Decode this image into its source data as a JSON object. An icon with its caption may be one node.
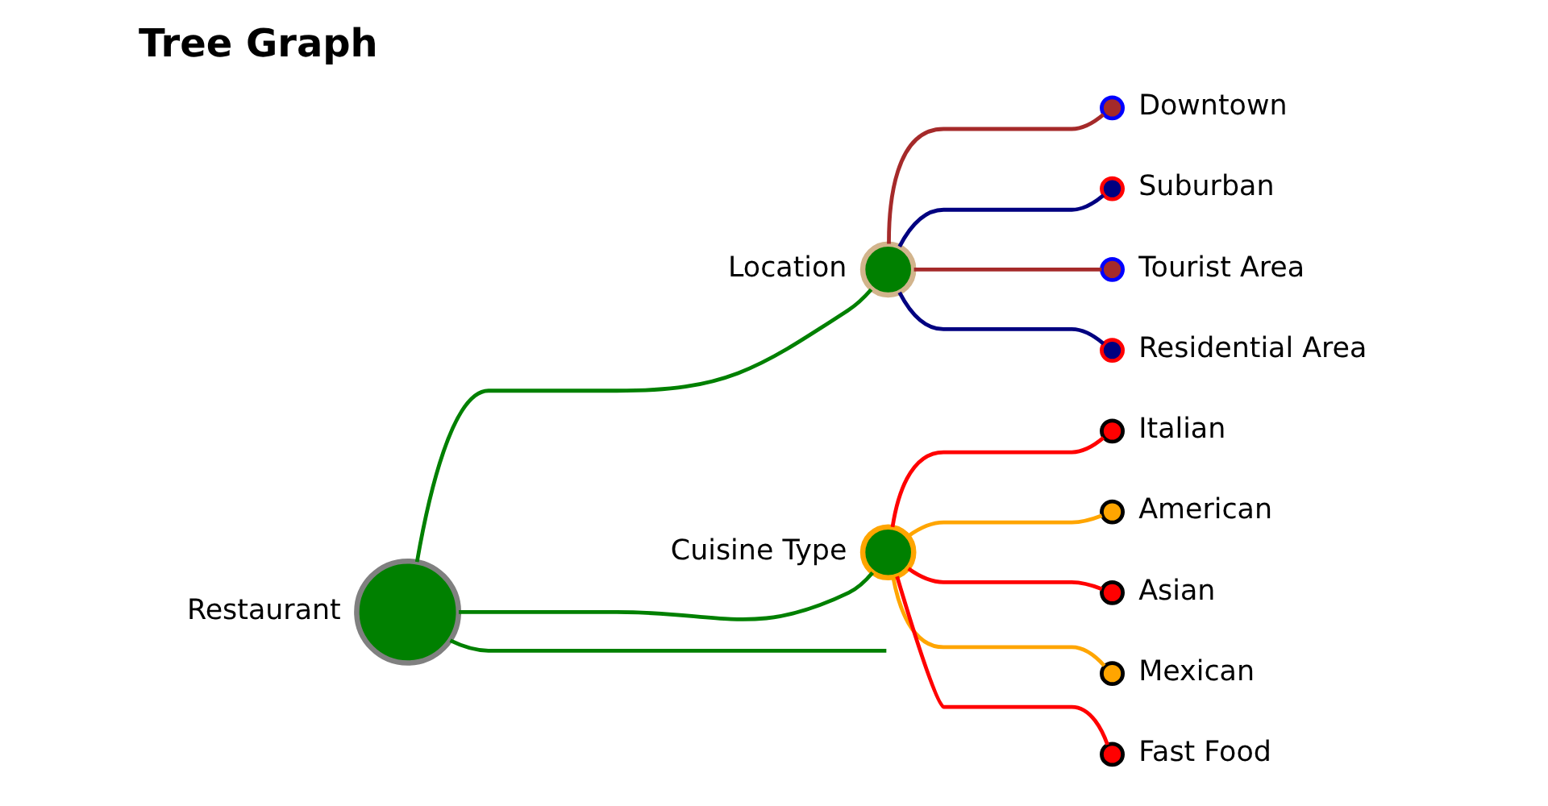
{
  "diagram": {
    "title": "Tree Graph",
    "nodes": [
      {
        "text": [],
        "shape": "circle",
        "beside": [
          "Restaurant"
        ]
      },
      {
        "text": [],
        "shape": "circle",
        "beside": [
          "Location"
        ]
      },
      {
        "text": [],
        "shape": "circle",
        "beside": [
          "Downtown"
        ]
      },
      {
        "text": [],
        "shape": "circle",
        "beside": [
          "Suburban"
        ]
      },
      {
        "text": [],
        "shape": "circle",
        "beside": [
          "Tourist Area"
        ]
      },
      {
        "text": [],
        "shape": "circle",
        "beside": [
          "Residential Area"
        ]
      },
      {
        "text": [],
        "shape": "circle",
        "beside": [
          "Cuisine Type"
        ]
      },
      {
        "text": [],
        "shape": "circle",
        "beside": [
          "Italian"
        ]
      },
      {
        "text": [],
        "shape": "circle",
        "beside": [
          "American"
        ]
      },
      {
        "text": [],
        "shape": "circle",
        "beside": [
          "Asian"
        ]
      },
      {
        "text": [],
        "shape": "circle",
        "beside": [
          "Mexican"
        ]
      },
      {
        "text": [],
        "shape": "circle",
        "beside": [
          "Fast Food"
        ]
      }
    ],
    "edges": [
      {
        "from": 0,
        "to": 1,
        "arrow": "none",
        "color": "#008000"
      },
      {
        "from": 1,
        "to": 2,
        "arrow": "none",
        "color": "#a52a2a"
      },
      {
        "from": 1,
        "to": 3,
        "arrow": "none",
        "color": "#000080"
      },
      {
        "from": 1,
        "to": 4,
        "arrow": "none",
        "color": "#a52a2a"
      },
      {
        "from": 1,
        "to": 5,
        "arrow": "none",
        "color": "#000080"
      },
      {
        "from": 0,
        "to": 6,
        "arrow": "none",
        "color": "#008000"
      },
      {
        "from": 6,
        "to": 7,
        "arrow": "none",
        "color": "#ff0000"
      },
      {
        "from": 6,
        "to": 8,
        "arrow": "none",
        "color": "#ffa500"
      },
      {
        "from": 6,
        "to": 9,
        "arrow": "none",
        "color": "#ff0000"
      },
      {
        "from": 6,
        "to": 10,
        "arrow": "none",
        "color": "#ffa500"
      },
      {
        "from": 6,
        "to": 11,
        "arrow": "none",
        "color": "#ff0000"
      },
      {
        "from": 0,
        "to": null,
        "arrow": "none",
        "color": "#008000"
      }
    ]
  }
}
